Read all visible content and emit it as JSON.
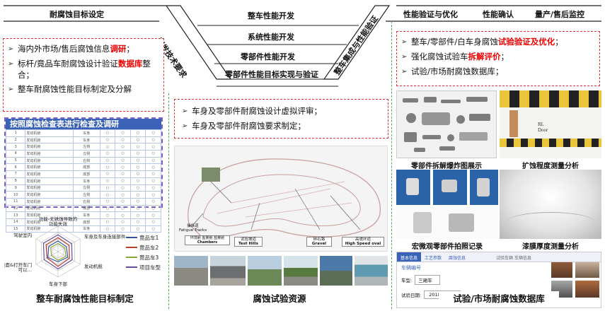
{
  "process": {
    "goal_setting": "耐腐蚀目标设定",
    "dev_requirements": "开发技术要求",
    "vehicle_perf_dev": "整车性能开发",
    "system_perf_dev": "系统性能开发",
    "parts_perf_dev": "零部件性能开发",
    "parts_goal_verify": "零部件性能目标实现与验证",
    "vehicle_integration": "整车集成与性能验证",
    "perf_verify_opt": "性能验证与优化",
    "perf_confirm": "性能确认",
    "production_monitor": "量产/售后监控"
  },
  "left_box": {
    "items": [
      {
        "parts": [
          "海内外市场/售后腐蚀信息",
          "调研",
          "；"
        ],
        "red": [
          1
        ]
      },
      {
        "parts": [
          "标杆/竟品车耐腐蚀设计验证",
          "数据库",
          "整合；"
        ],
        "red": [
          1
        ]
      },
      {
        "parts": [
          "整车耐腐蚀性能目标制定及分解"
        ],
        "red": []
      }
    ]
  },
  "middle_box": {
    "items": [
      "车身及零部件耐腐蚀设计虚拟评审；",
      "车身及零部件耐腐蚀要求制定；"
    ]
  },
  "right_box": {
    "items": [
      {
        "parts": [
          "整车/零部件/白车身腐蚀",
          "试验验证及优化",
          "；"
        ],
        "red": [
          1
        ]
      },
      {
        "parts": [
          "强化腐蚀试验车",
          "拆解评价",
          "；"
        ],
        "red": [
          1
        ]
      },
      {
        "parts": [
          "试验/市场耐腐蚀数据库；"
        ],
        "red": []
      }
    ]
  },
  "checklist": {
    "title": "按照腐蚀检查表进行检查及调研",
    "rows": [
      [
        "1",
        "发动机舱",
        "车身",
        "○",
        "○",
        "○",
        "○"
      ],
      [
        "2",
        "发动机舱",
        "车身",
        "○",
        "○",
        "○",
        "○"
      ],
      [
        "3",
        "发动机舱",
        "左侧",
        "○",
        "○",
        "○",
        "○"
      ],
      [
        "4",
        "发动机舱",
        "左侧",
        "○",
        "○",
        "○",
        "○"
      ],
      [
        "5",
        "发动机舱",
        "右侧",
        "○",
        "○",
        "○",
        "○"
      ],
      [
        "6",
        "发动机舱",
        "底部",
        "○",
        "○",
        "○",
        "○"
      ],
      [
        "7",
        "发动机舱",
        "底部",
        "○",
        "○",
        "○",
        "○"
      ],
      [
        "8",
        "发动机舱",
        "车身",
        "○",
        "○",
        "○",
        "○"
      ],
      [
        "9",
        "发动机舱",
        "左侧",
        "○",
        "○",
        "○",
        "○"
      ],
      [
        "10",
        "发动机舱",
        "左侧",
        "○",
        "○",
        "○",
        "○"
      ],
      [
        "11",
        "发动机舱",
        "右侧",
        "○",
        "○",
        "○",
        "○"
      ],
      [
        "12",
        "发动机舱",
        "底部",
        "○",
        "○",
        "○",
        "○"
      ],
      [
        "13",
        "发动机舱",
        "车身",
        "○",
        "○",
        "○",
        "○"
      ],
      [
        "14",
        "发动机舱",
        "底部",
        "○",
        "○",
        "○",
        "○"
      ],
      [
        "15",
        "发动机舱",
        "车身",
        "○",
        "○",
        "○",
        "○"
      ]
    ]
  },
  "radar": {
    "axes": [
      "功能-无锈蚀导致的功能失效",
      "车身及车身连接部件",
      "发动机舱",
      "车身下部",
      "外部表面&打开车门可以…",
      "驾驶室内"
    ],
    "series": [
      {
        "name": "竟品车1",
        "color": "#2f55a4",
        "values": [
          0.42,
          0.38,
          0.44,
          0.4,
          0.46,
          0.42
        ]
      },
      {
        "name": "竟品车2",
        "color": "#c0392b",
        "values": [
          0.55,
          0.5,
          0.52,
          0.58,
          0.5,
          0.54
        ]
      },
      {
        "name": "竟品车3",
        "color": "#8aa634",
        "values": [
          0.32,
          0.3,
          0.36,
          0.34,
          0.3,
          0.33
        ]
      },
      {
        "name": "项目车型",
        "color": "#6a4c9c",
        "values": [
          0.66,
          0.62,
          0.64,
          0.68,
          0.63,
          0.66
        ]
      }
    ]
  },
  "track_map": {
    "labels": {
      "fatigue": "操纵道",
      "fatigue_en": "Fatigue Tracks",
      "chambers": "环境舱",
      "chambers2": "盐雾舱",
      "chambers3": "盐雾舱",
      "chambers_en": "Chambers",
      "test_hills": "试验坡道",
      "test_hills_en": "Test Hills",
      "gravel": "碎石路",
      "gravel_en": "Gravel",
      "oval": "高速环道",
      "oval_en": "High Speed oval"
    }
  },
  "photos": {
    "parts_explosion": "零部件拆解爆炸图展示",
    "corrosion_measure": "扩蚀程度测量分析",
    "macro_micro": "宏微观零部件拍照记录",
    "paint_thickness": "漆膜厚度测量分析",
    "panel_text": [
      "RL",
      "Door"
    ]
  },
  "database_ui": {
    "tabs": [
      "基本信息",
      "工艺参数",
      "腐蚀信息"
    ],
    "header": "试验车辆 车辆信息",
    "form_title": "车辆编号",
    "field_label": "车型:",
    "field_value": "三厢车",
    "date_label": "试验日期:",
    "date_value": "2018-09-01"
  },
  "bottom_titles": {
    "left": "整车耐腐蚀性能目标制定",
    "middle": "腐蚀试验资源",
    "right": "试验/市场耐腐蚀数据库"
  },
  "colors": {
    "red_accent": "#ee0000",
    "green_dash": "#5aa85a",
    "check_blue": "#2f55a4"
  }
}
